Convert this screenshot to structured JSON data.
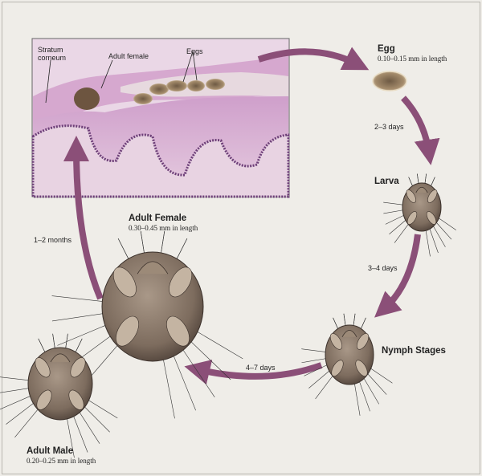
{
  "inset": {
    "labels": {
      "stratum_corneum": "Stratum\ncorneum",
      "adult_female": "Adult female",
      "eggs": "Eggs"
    }
  },
  "stages": {
    "egg": {
      "title": "Egg",
      "size": "0.10–0.15 mm in length"
    },
    "larva": {
      "title": "Larva"
    },
    "nymph": {
      "title": "Nymph Stages"
    },
    "adult_female": {
      "title": "Adult Female",
      "size": "0.30–0.45 mm in length"
    },
    "adult_male": {
      "title": "Adult Male",
      "size": "0.20–0.25 mm in length"
    }
  },
  "durations": {
    "egg_to_larva": "2–3 days",
    "larva_to_nymph": "3–4 days",
    "nymph_to_adult": "4–7 days",
    "adult_female_lifespan": "1–2 months"
  },
  "colors": {
    "arrow": "#8b4f78",
    "skin": "#c98fc0",
    "mite": "#8a7a6c",
    "egg": "#9c8466"
  }
}
